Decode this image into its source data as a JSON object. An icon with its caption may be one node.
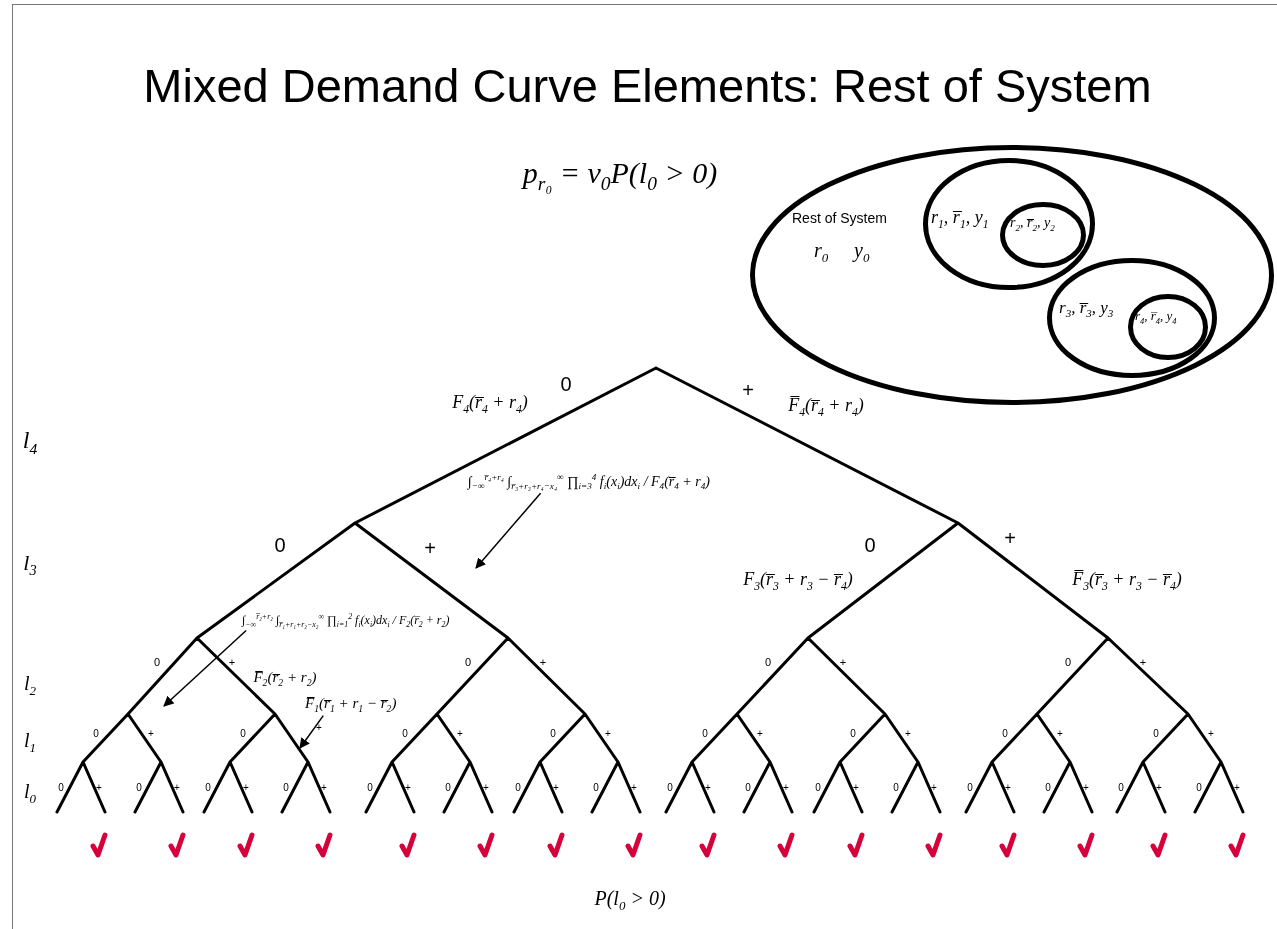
{
  "diagram": {
    "title": "Mixed Demand Curve Elements: Rest of System",
    "nodes": [
      {
        "text": [
          "Rest of System",
          "r$_{0}$",
          "y$_{0}$"
        ]
      },
      {
        "text": [
          "r$_{1}$, r̅$_{1}$, y$_{1}$"
        ],
        "in": 0
      },
      {
        "text": [
          "r$_{2}$, r̅$_{2}$, y$_{2}$"
        ],
        "in": 1
      },
      {
        "text": [
          "r$_{3}$, r̅$_{3}$, y$_{3}$"
        ],
        "in": 0
      },
      {
        "text": [
          "r$_{4}$, r̅$_{4}$, y$_{4}$"
        ],
        "in": 3
      },
      {
        "text": [
          "∫$_{−∞}$$^{r̅₄+r₄}$ ∫$_{r̅₃+r₃+r₄−x₄}$$^{∞}$ ∏$_{i=3}$$^{4}$ f$_{i}$(x$_{i}$)dx$_{i}$ / F$_{4}$(r̅$_{4}$ + r$_{4}$)"
        ]
      },
      {
        "text": [
          "∫$_{−∞}$$^{r̅₂+r₂}$ ∫$_{r̅₁+r₁+r₂−x₂}$$^{∞}$ ∏$_{i=1}$$^{2}$ f$_{i}$(x$_{i}$)dx$_{i}$ / F$_{2}$(r̅$_{2}$ + r$_{2}$)"
        ]
      },
      {
        "text": [
          "F̅$_{1}$(r̅$_{1}$ + r$_{1}$ − r̅$_{2}$)"
        ]
      }
    ],
    "edges": [
      {
        "from": 5,
        "to": null,
        "arrow": "to"
      },
      {
        "from": 6,
        "to": null,
        "arrow": "to"
      },
      {
        "from": 7,
        "to": null,
        "arrow": "to"
      }
    ],
    "labels": [
      "p$_{r₀}$ = v$_{0}$P(l$_{0}$ > 0)",
      "0",
      "+",
      "F$_{4}$(r̅$_{4}$ + r$_{4}$)",
      "F̅$_{4}$(r̅$_{4}$ + r$_{4}$)",
      "l$_{4}$",
      "0",
      "+",
      "0",
      "+",
      "l$_{3}$",
      "F$_{3}$(r̅$_{3}$ + r$_{3}$ − r̅$_{4}$)",
      "F̅$_{3}$(r̅$_{3}$ + r$_{3}$ − r̅$_{4}$)",
      "0",
      "+",
      "0",
      "+",
      "0",
      "+",
      "0",
      "+",
      "l$_{2}$",
      "F̅$_{2}$(r̅$_{2}$ + r$_{2}$)",
      "0",
      "+",
      "0",
      "+",
      "0",
      "+",
      "0",
      "+",
      "0",
      "+",
      "0",
      "+",
      "0",
      "+",
      "0",
      "+",
      "l$_{1}$",
      "0",
      "+",
      "0",
      "+",
      "0",
      "+",
      "0",
      "+",
      "0",
      "+",
      "0",
      "+",
      "0",
      "+",
      "0",
      "+",
      "0",
      "+",
      "0",
      "+",
      "0",
      "+",
      "0",
      "+",
      "0",
      "+",
      "0",
      "+",
      "0",
      "+",
      "0",
      "+",
      "l$_{0}$",
      "P(l$_{0}$ > 0)"
    ]
  }
}
